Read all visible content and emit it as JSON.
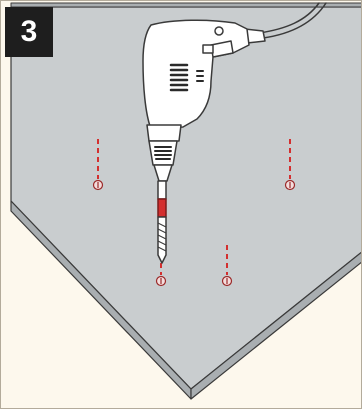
{
  "step": {
    "number": "3"
  },
  "illustration": {
    "subject": "drill-with-bit",
    "marks": [
      "hole-mark-top-left",
      "hole-mark-top-right",
      "hole-mark-drill-point",
      "hole-mark-center"
    ],
    "colors": {
      "background": "#fdf8ed",
      "board_top": "#c9cdcf",
      "board_edge": "#a9aeb1",
      "outline": "#3a3a3a",
      "drill_body": "#ffffff",
      "mark_red": "#d32f2f",
      "badge": "#1e1e1e"
    }
  }
}
